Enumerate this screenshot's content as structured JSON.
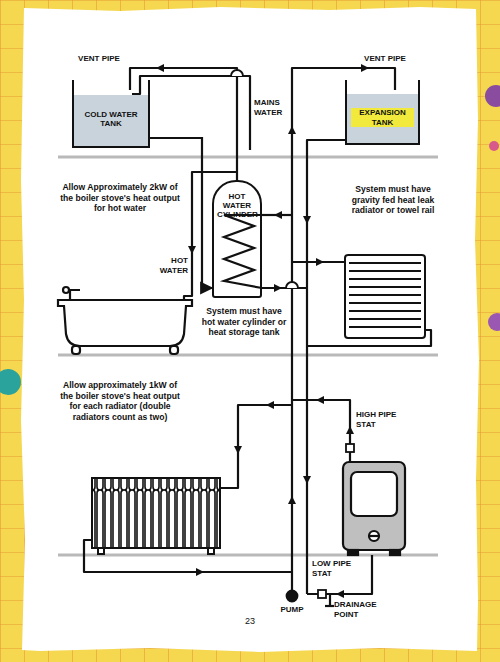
{
  "diagram": {
    "nodes": [
      {
        "text": [
          "COLD WATER TANK"
        ]
      },
      {
        "text": [
          "EXPANSION TANK"
        ]
      },
      {
        "text": [
          "HOT WATER CYLINDER"
        ]
      }
    ],
    "edges": [
      {
        "from": 0,
        "to": 2,
        "arrow": "to"
      }
    ],
    "labels": [
      "VENT PIPE",
      "VENT PIPE",
      "MAINS WATER",
      "Allow Approximately 2kW of the boiler stove's heat output for hot water",
      "HOT WATER",
      "System must have gravity fed heat leak radiator or towel rail",
      "System must have hot water cylinder or heat storage tank",
      "Allow approximately 1kW of the boiler stove's heat output for each radiator (double radiators count as two)",
      "HIGH PIPE STAT",
      "LOW PIPE STAT",
      "PUMP",
      "DRAINAGE POINT",
      "23"
    ]
  }
}
